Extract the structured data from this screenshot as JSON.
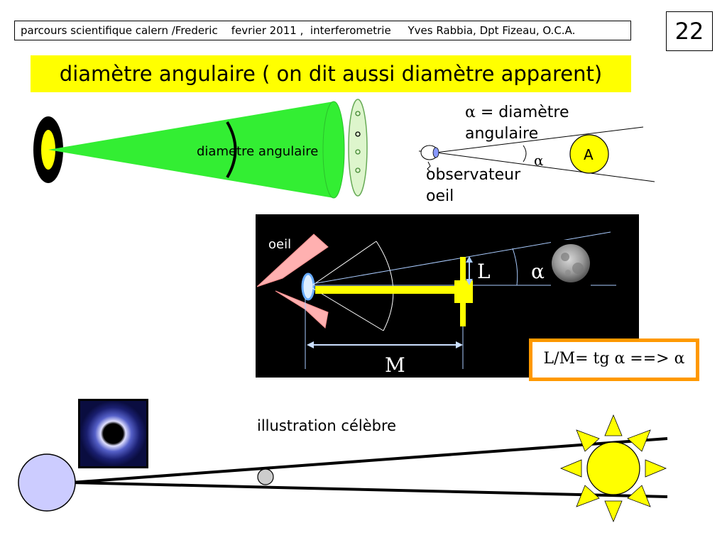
{
  "header": {
    "text": "parcours scientifique calern /Frederic    fevrier 2011 ,  interferometrie     Yves Rabbia, Dpt Fizeau, O.C.A.",
    "page_number": "22"
  },
  "title": "diamètre angulaire ( on dit aussi diamètre apparent)",
  "cone_diagram": {
    "label": "diametre angulaire"
  },
  "eye_diagram": {
    "alpha_symbol": "α",
    "definition_line1": "= diamètre",
    "definition_line2": "angulaire",
    "alpha_label": "α",
    "object_label": "A",
    "observer_line1": "observateur",
    "observer_line2": "oeil"
  },
  "measure_diagram": {
    "eye_label": "oeil",
    "height_label": "L",
    "alpha_label": "α",
    "distance_label": "M"
  },
  "formula": "L/M= tg α ==> α",
  "eclipse": {
    "caption": "illustration célèbre"
  },
  "colors": {
    "title_bg": "#ffff00",
    "cone": "#33ee33",
    "sun": "#ffff00",
    "earth": "#ccccff",
    "formula_border": "#ff9900"
  }
}
